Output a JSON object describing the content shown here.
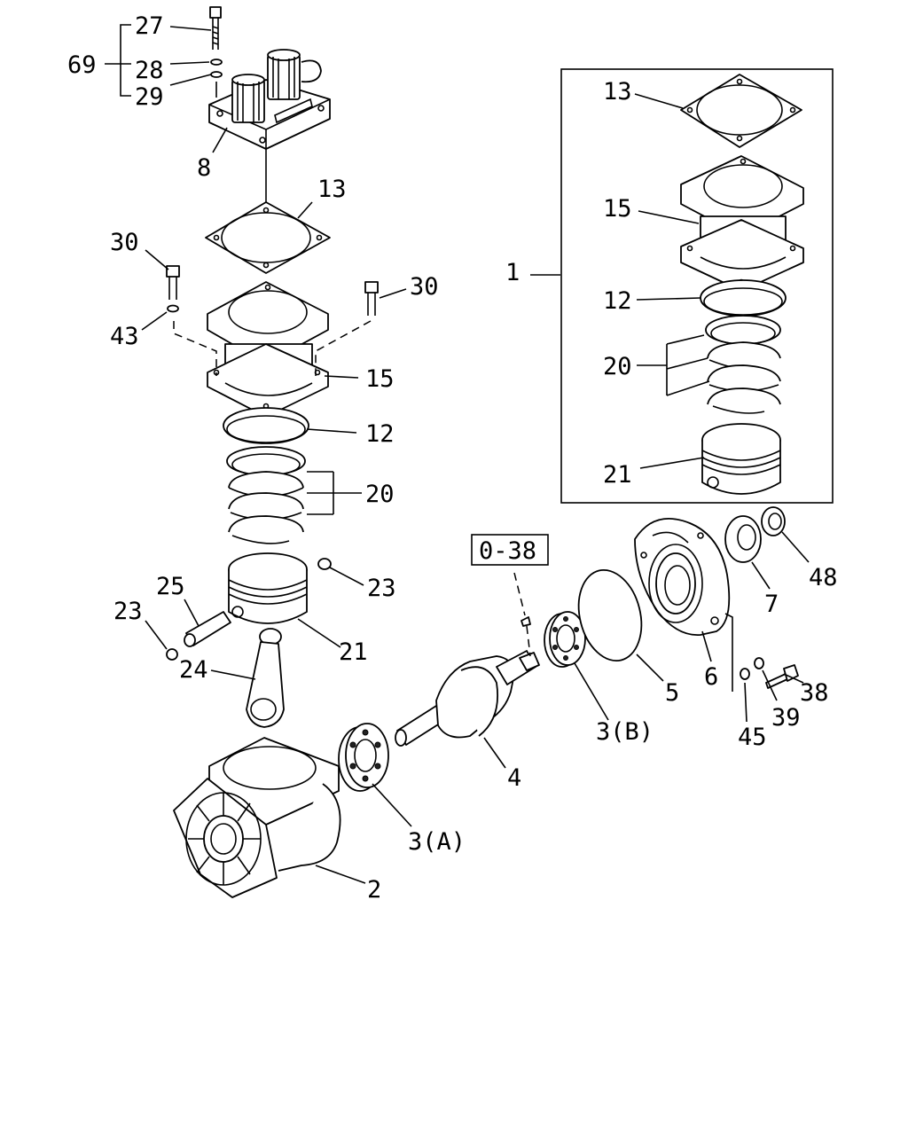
{
  "labels": {
    "l27": "27",
    "l69": "69",
    "l28": "28",
    "l29": "29",
    "l8": "8",
    "l13a": "13",
    "l30a": "30",
    "l30b": "30",
    "l43": "43",
    "l15a": "15",
    "l12a": "12",
    "l20a": "20",
    "l23a": "23",
    "l25": "25",
    "l23b": "23",
    "l21a": "21",
    "l24": "24",
    "l2": "2",
    "l3a": "3(A)",
    "l4": "4",
    "l038": "0-38",
    "l3b": "3(B)",
    "l5": "5",
    "l6": "6",
    "l7": "7",
    "l48": "48",
    "l45": "45",
    "l39": "39",
    "l38": "38",
    "l1": "1",
    "l13b": "13",
    "l15b": "15",
    "l12b": "12",
    "l20b": "20",
    "l21b": "21"
  }
}
